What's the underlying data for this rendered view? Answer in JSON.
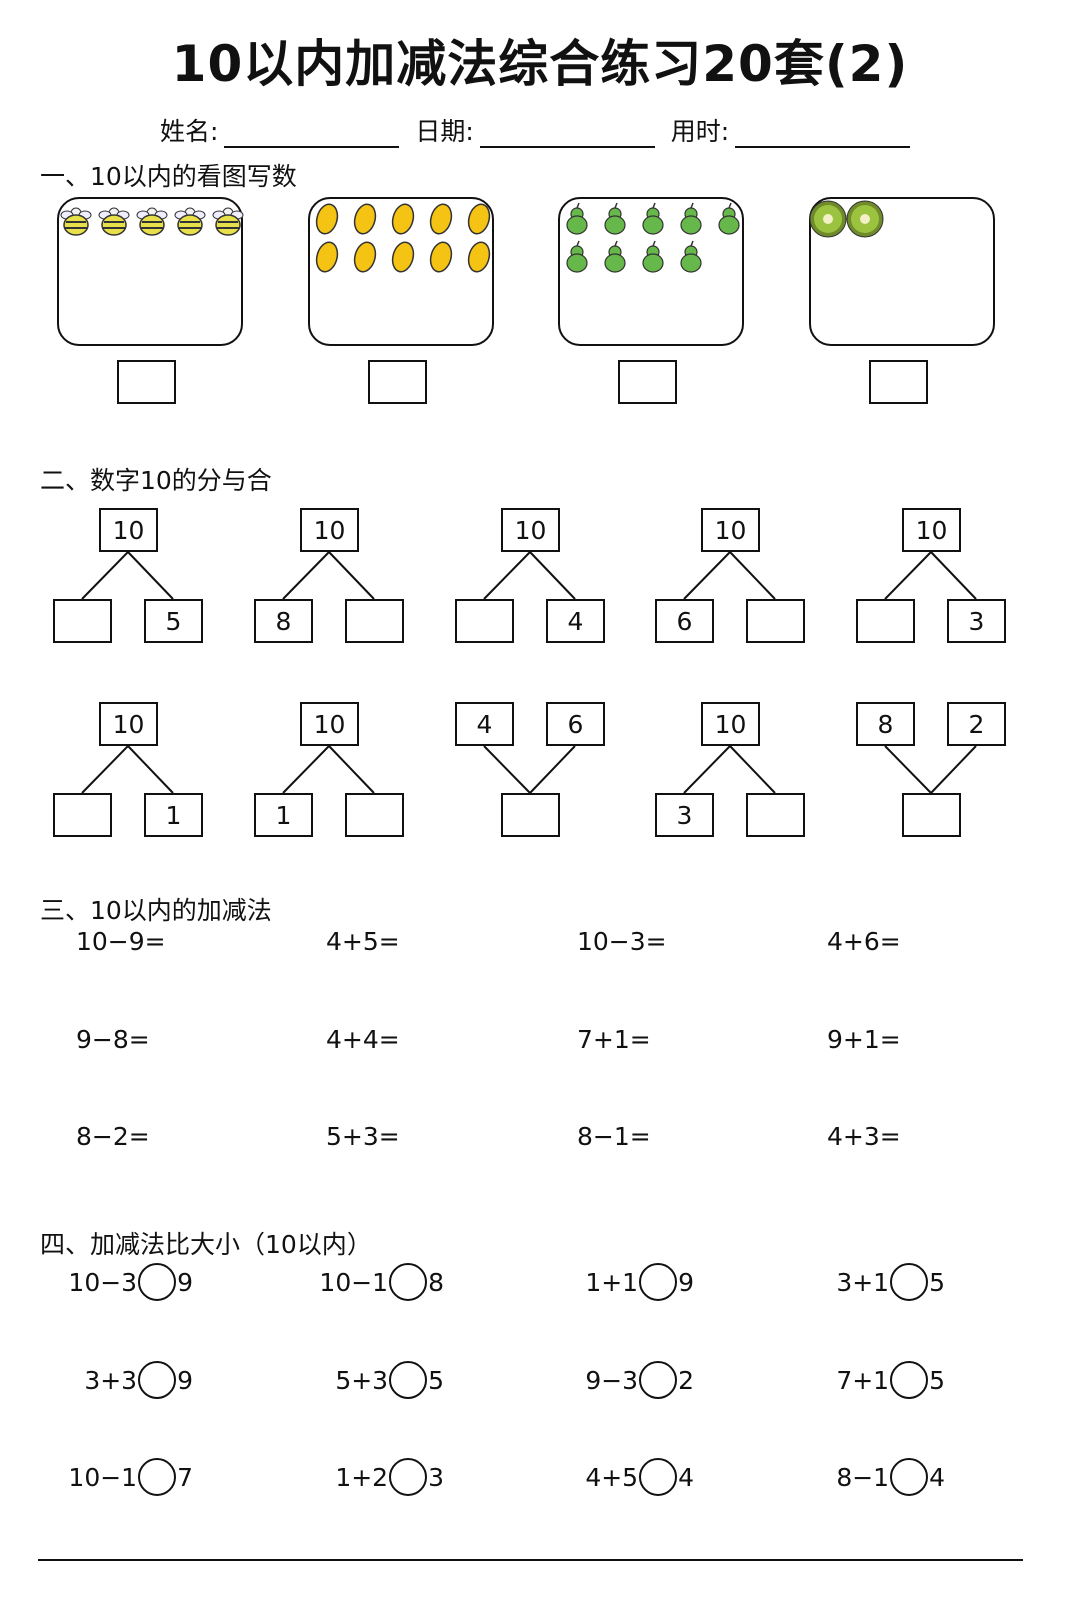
{
  "title": "10以内加减法综合练习20套(2)",
  "info": {
    "name_label": "姓名:",
    "date_label": "日期:",
    "time_label": "用时:"
  },
  "section1": {
    "title": "一、10以内的看图写数",
    "pictures": [
      {
        "icon": "bee-icon",
        "count": 5
      },
      {
        "icon": "mango-icon",
        "count": 10
      },
      {
        "icon": "pear-icon",
        "count": 9
      },
      {
        "icon": "kiwi-icon",
        "count": 2
      }
    ]
  },
  "section2": {
    "title": "二、数字10的分与合",
    "row1": [
      {
        "kind": "split",
        "top": "10",
        "left": "",
        "right": "5"
      },
      {
        "kind": "split",
        "top": "10",
        "left": "8",
        "right": ""
      },
      {
        "kind": "split",
        "top": "10",
        "left": "",
        "right": "4"
      },
      {
        "kind": "split",
        "top": "10",
        "left": "6",
        "right": ""
      },
      {
        "kind": "split",
        "top": "10",
        "left": "",
        "right": "3"
      }
    ],
    "row2": [
      {
        "kind": "split",
        "top": "10",
        "left": "",
        "right": "1"
      },
      {
        "kind": "split",
        "top": "10",
        "left": "1",
        "right": ""
      },
      {
        "kind": "merge",
        "left": "4",
        "right": "6",
        "bottom": ""
      },
      {
        "kind": "split",
        "top": "10",
        "left": "3",
        "right": ""
      },
      {
        "kind": "merge",
        "left": "8",
        "right": "2",
        "bottom": ""
      }
    ]
  },
  "section3": {
    "title": "三、10以内的加减法",
    "rows": [
      [
        "10−9=",
        "4+5=",
        "10−3=",
        "4+6="
      ],
      [
        "9−8=",
        "4+4=",
        "7+1=",
        "9+1="
      ],
      [
        "8−2=",
        "5+3=",
        "8−1=",
        "4+3="
      ]
    ]
  },
  "section4": {
    "title": "四、加减法比大小（10以内）",
    "rows": [
      [
        {
          "left": "10−3",
          "right": "9"
        },
        {
          "left": "10−1",
          "right": "8"
        },
        {
          "left": "1+1",
          "right": "9"
        },
        {
          "left": "3+1",
          "right": "5"
        }
      ],
      [
        {
          "left": "3+3",
          "right": "9"
        },
        {
          "left": "5+3",
          "right": "5"
        },
        {
          "left": "9−3",
          "right": "2"
        },
        {
          "left": "7+1",
          "right": "5"
        }
      ],
      [
        {
          "left": "10−1",
          "right": "7"
        },
        {
          "left": "1+2",
          "right": "3"
        },
        {
          "left": "4+5",
          "right": "4"
        },
        {
          "left": "8−1",
          "right": "4"
        }
      ]
    ]
  }
}
